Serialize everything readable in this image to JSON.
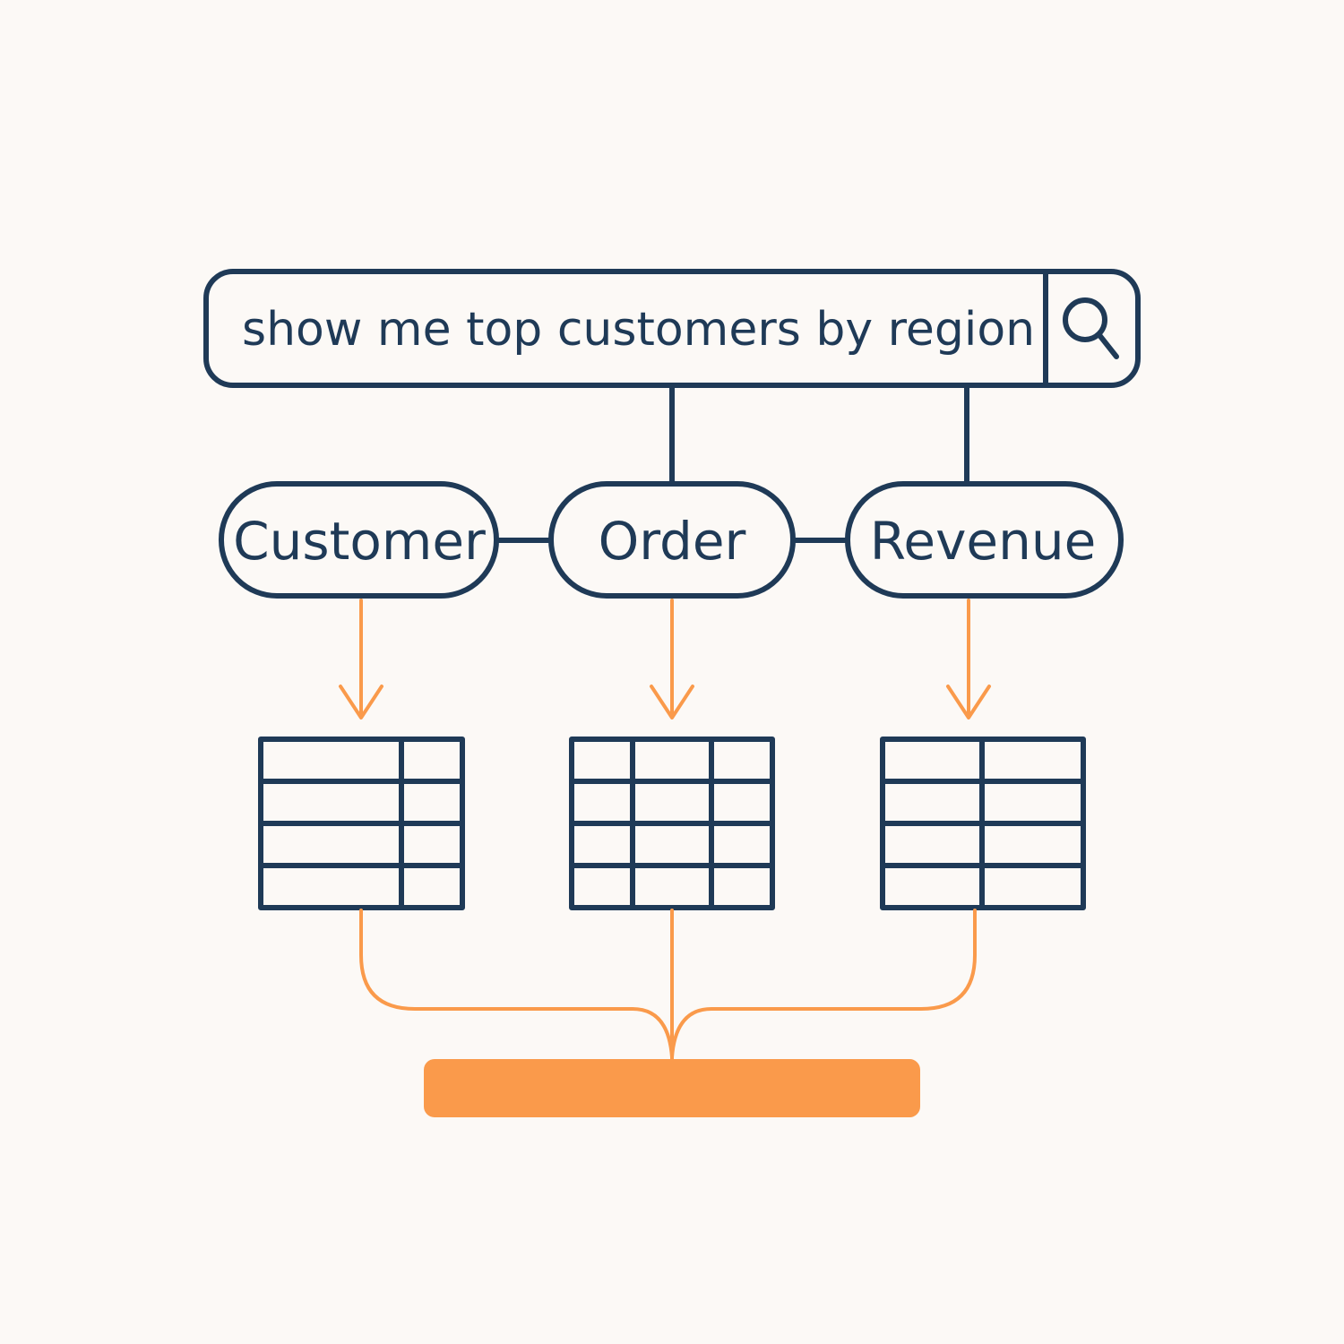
{
  "colors": {
    "background": "#fcf9f6",
    "navy": "#1f3a57",
    "orange": "#fa9a4b",
    "node_fill": "#fcf9f6"
  },
  "search": {
    "query": "show me top customers by region",
    "icon": "search-icon"
  },
  "entities": [
    {
      "label": "Customer"
    },
    {
      "label": "Order"
    },
    {
      "label": "Revenue"
    }
  ],
  "tables": [
    {
      "entity": "Customer",
      "rows": 4,
      "columns": 2
    },
    {
      "entity": "Order",
      "rows": 4,
      "columns": 3
    },
    {
      "entity": "Revenue",
      "rows": 4,
      "columns": 2
    }
  ],
  "result": {
    "label": ""
  }
}
